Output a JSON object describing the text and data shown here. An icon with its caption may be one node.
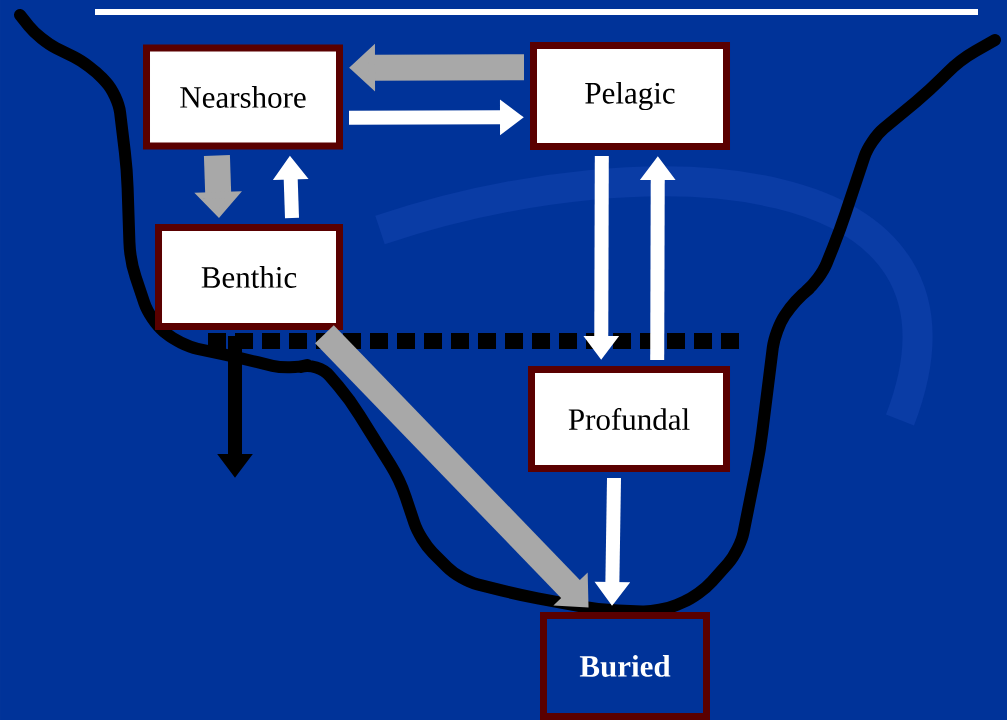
{
  "diagram": {
    "nodes": [
      {
        "text": [
          "Nearshore"
        ]
      },
      {
        "text": [
          "Pelagic"
        ]
      },
      {
        "text": [
          "Benthic"
        ]
      },
      {
        "text": [
          "Profundal"
        ]
      },
      {
        "text": [
          "Buried"
        ]
      }
    ],
    "edges": [
      {
        "from": 1,
        "to": 0,
        "arrow": "to",
        "style": "thick",
        "color": "#a8a8a8"
      },
      {
        "from": 0,
        "to": 1,
        "arrow": "to"
      },
      {
        "from": 0,
        "to": 2,
        "arrow": "to",
        "style": "thick",
        "color": "#a8a8a8"
      },
      {
        "from": 2,
        "to": 0,
        "arrow": "to"
      },
      {
        "from": 1,
        "to": 3,
        "arrow": "to"
      },
      {
        "from": 3,
        "to": 1,
        "arrow": "to"
      },
      {
        "from": 2,
        "to": null,
        "arrow": "to",
        "color": "#000000"
      },
      {
        "from": 2,
        "to": 4,
        "arrow": "to",
        "style": "thick",
        "color": "#a8a8a8"
      },
      {
        "from": 3,
        "to": 4,
        "arrow": "to"
      }
    ]
  }
}
